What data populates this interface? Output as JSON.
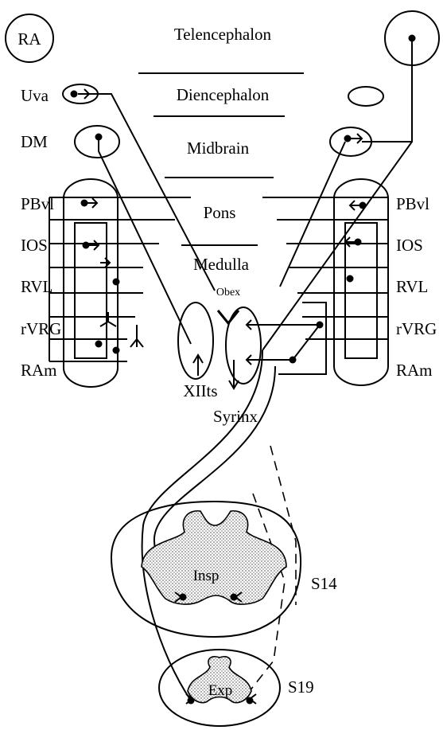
{
  "regions": {
    "telencephalon": "Telencephalon",
    "diencephalon": "Diencephalon",
    "midbrain": "Midbrain",
    "pons": "Pons",
    "medulla": "Medulla"
  },
  "nuclei_left": {
    "ra": "RA",
    "uva": "Uva",
    "dm": "DM",
    "pbvl": "PBvl",
    "ios": "IOS",
    "rvl": "RVL",
    "rvrg": "rVRG",
    "ram": "RAm"
  },
  "nuclei_right": {
    "pbvl": "PBvl",
    "ios": "IOS",
    "rvl": "RVL",
    "rvrg": "rVRG",
    "ram": "RAm"
  },
  "medulla_labels": {
    "obex": "Obex",
    "xiits": "XIIts",
    "syrinx": "Syrinx"
  },
  "spinal": {
    "insp": "Insp",
    "s14": "S14",
    "exp": "Exp",
    "s19": "S19"
  }
}
